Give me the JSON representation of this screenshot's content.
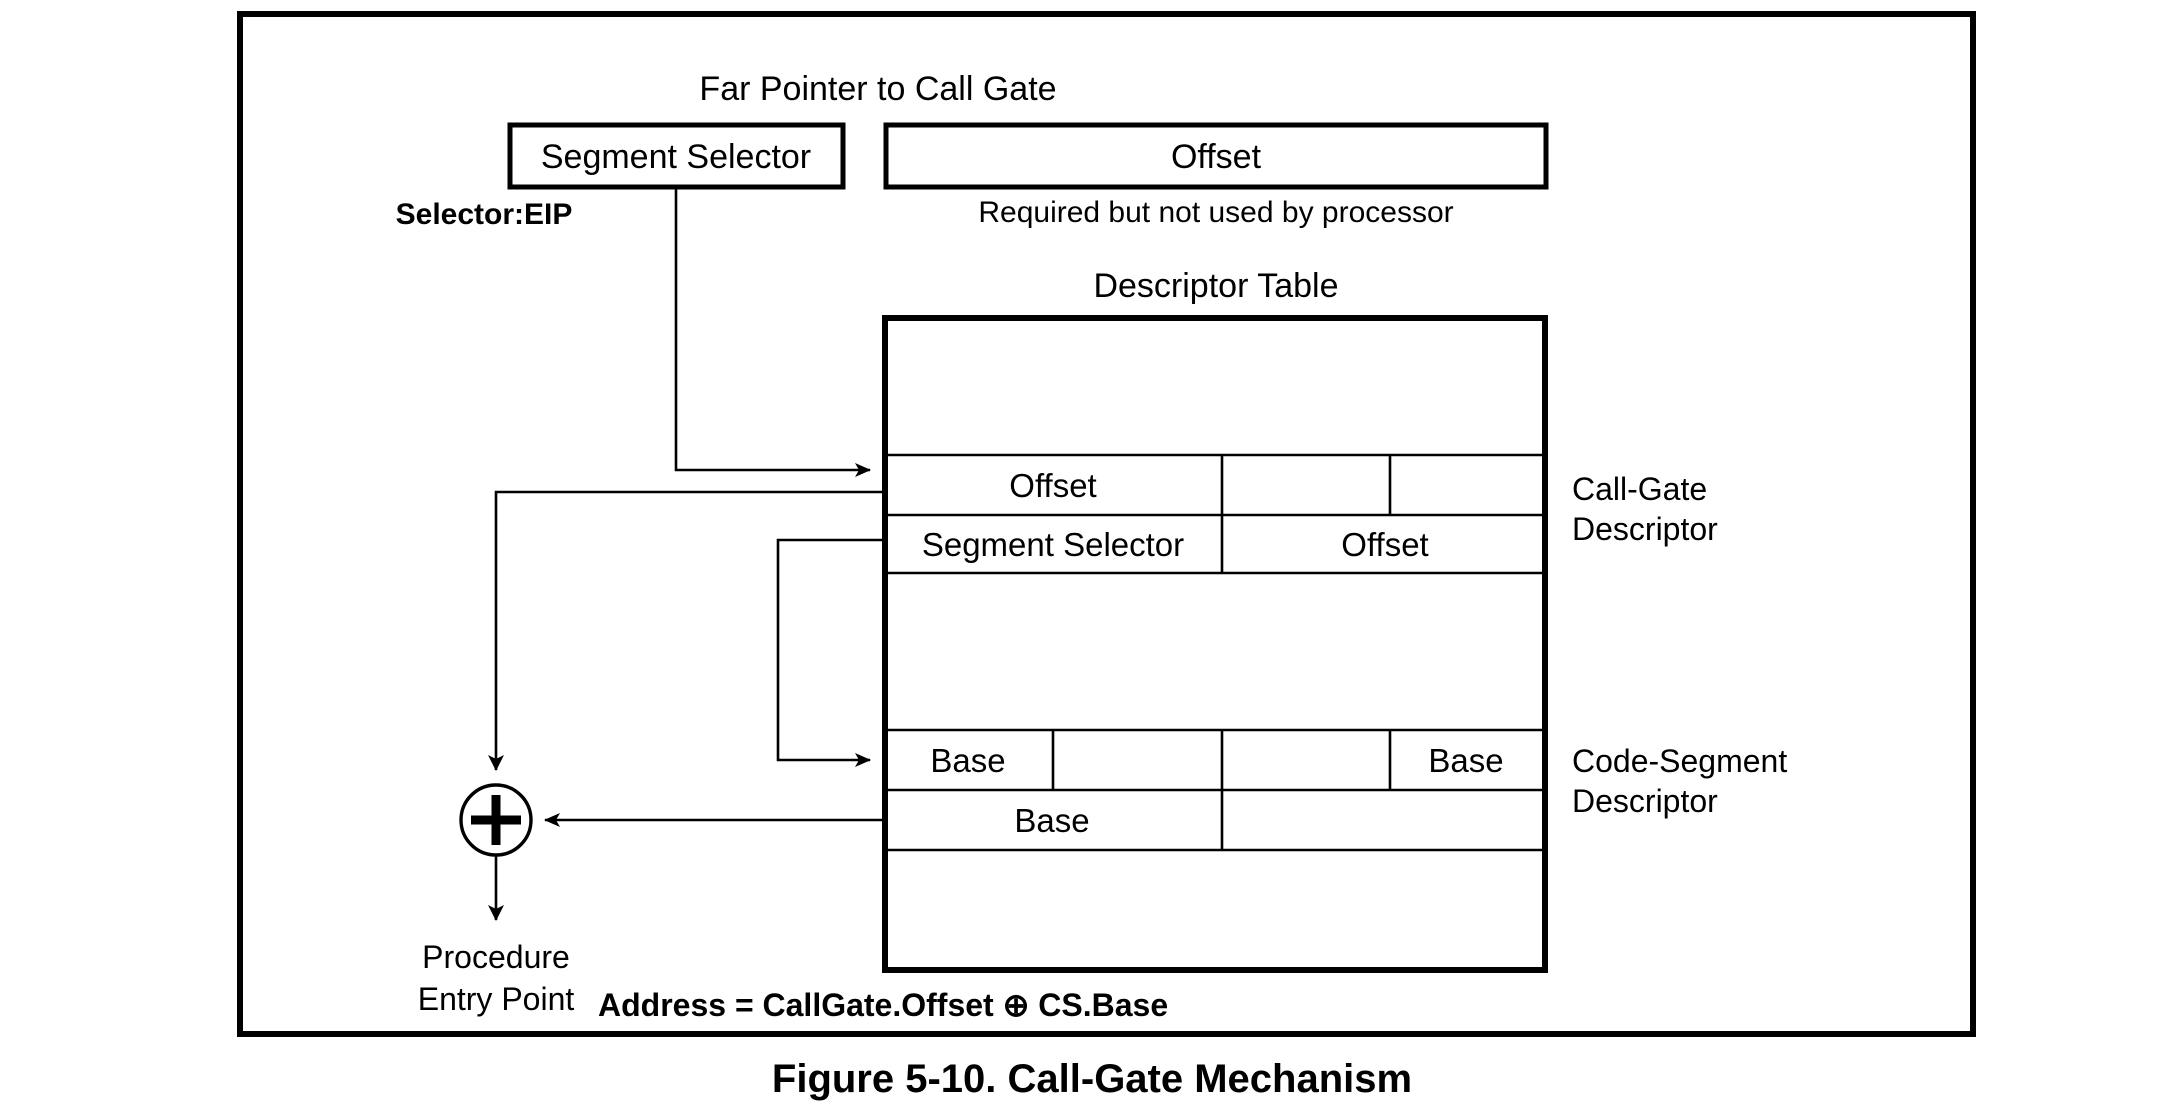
{
  "figure": {
    "caption": "Figure 5-10.  Call-Gate Mechanism",
    "caption_color": "#2E6DA8"
  },
  "colors": {
    "accent_red": "#E8452B",
    "caption_blue": "#2E6DA8",
    "line_black": "#000000",
    "background": "#FFFFFF"
  },
  "far_pointer": {
    "title": "Far Pointer to Call Gate",
    "selector_box": "Segment Selector",
    "offset_box": "Offset",
    "offset_note": "Required but not used by processor",
    "selector_label": "Selector:EIP"
  },
  "descriptor_table": {
    "title": "Descriptor Table",
    "call_gate_descriptor": {
      "label_line1": "Call-Gate",
      "label_line2": "Descriptor",
      "rows": [
        {
          "cells": [
            "Offset",
            "",
            ""
          ]
        },
        {
          "cells": [
            "Segment Selector",
            "Offset"
          ]
        }
      ]
    },
    "code_segment_descriptor": {
      "label_line1": "Code-Segment",
      "label_line2": "Descriptor",
      "rows": [
        {
          "cells": [
            "Base",
            "",
            "",
            "Base"
          ]
        },
        {
          "cells": [
            "Base",
            ""
          ]
        }
      ]
    }
  },
  "adder": {
    "operator": "+",
    "result_line1": "Procedure",
    "result_line2": "Entry Point",
    "formula": "Address = CallGate.Offset ⊕ CS.Base"
  }
}
